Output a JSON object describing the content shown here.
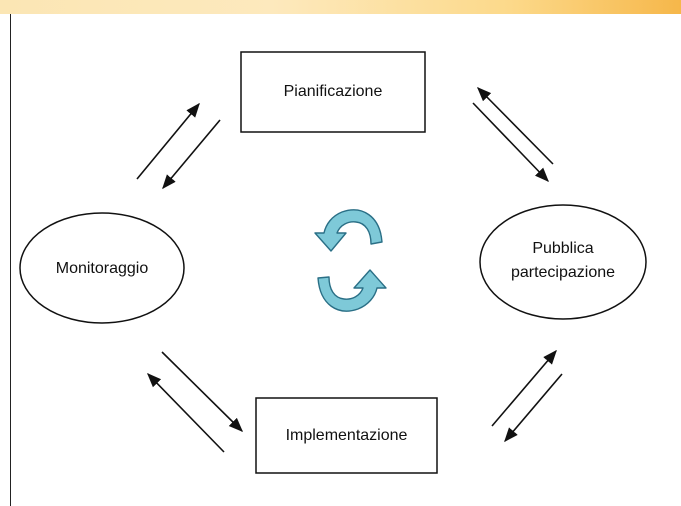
{
  "nodes": {
    "planning": "Pianificazione",
    "participation_line1": "Pubblica",
    "participation_line2": "partecipazione",
    "implementation": "Implementazione",
    "monitoring": "Monitoraggio"
  },
  "colors": {
    "cycle_arrow_fill": "#7ec9d8",
    "cycle_arrow_stroke": "#2a6f86",
    "stroke": "#111111",
    "top_band": "#fcd98a"
  },
  "icons": {
    "center": "cycle-refresh-icon"
  }
}
